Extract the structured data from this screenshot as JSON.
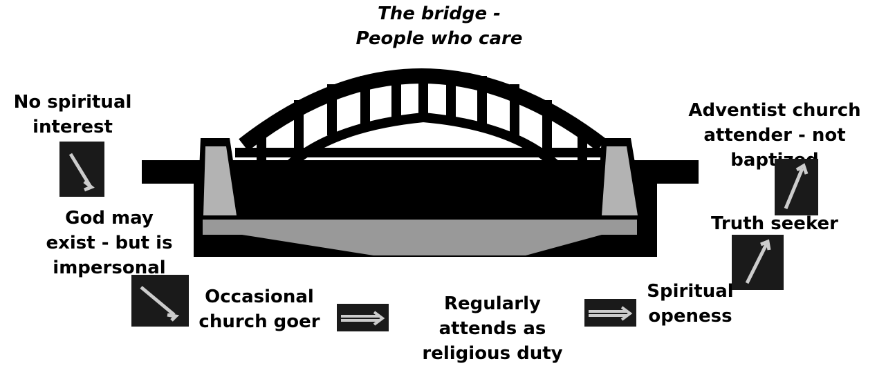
{
  "title": [
    "The bridge -",
    "People who care"
  ],
  "labels": {
    "no_interest": [
      "No spiritual",
      "interest"
    ],
    "god_may_exist": [
      "God may",
      "exist - but is",
      "impersonal"
    ],
    "occasional": [
      "Occasional",
      "church goer"
    ],
    "regular": [
      "Regularly",
      "attends as",
      "religious duty"
    ],
    "spiritual": [
      "Spiritual",
      "openess"
    ],
    "truth": [
      "Truth seeker"
    ],
    "adventist": [
      "Adventist church",
      "attender - not",
      "baptized"
    ]
  },
  "colors": {
    "bridge": "#000000",
    "tower_fill": "#b3b3b3",
    "deck_fill": "#999999",
    "icon_bg": "#1a1a1a",
    "arrow": "#cccccc"
  },
  "icons": [
    "arrow-down-right-icon",
    "arrow-down-right-icon",
    "arrow-right-icon",
    "arrow-right-icon",
    "arrow-up-right-icon",
    "arrow-up-right-icon"
  ]
}
